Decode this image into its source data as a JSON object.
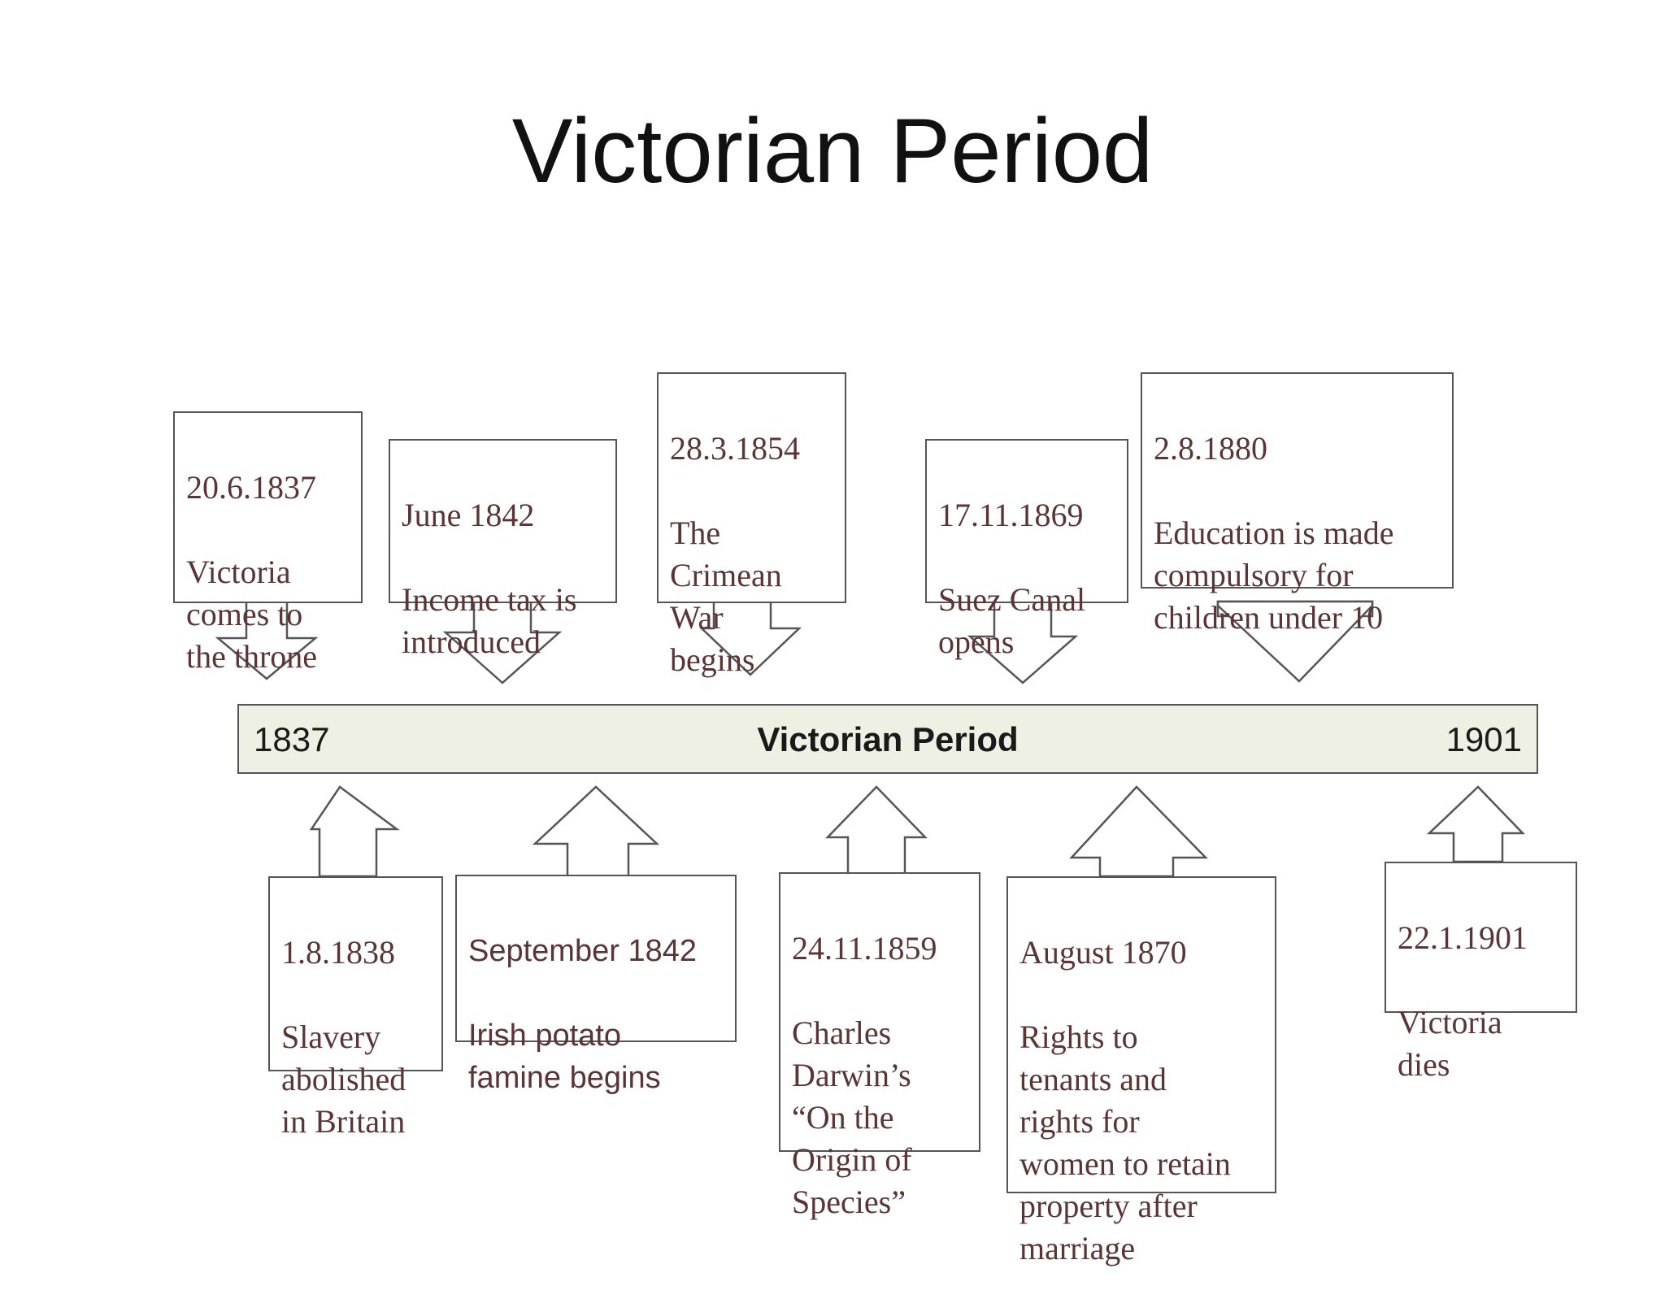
{
  "title": "Victorian Period",
  "timeline": {
    "start": "1837",
    "label": "Victorian Period",
    "end": "1901"
  },
  "events_above": [
    {
      "date": "20.6.1837",
      "text": "Victoria\ncomes to\nthe throne"
    },
    {
      "date": "June 1842",
      "text": "Income tax is\nintroduced"
    },
    {
      "date": "28.3.1854",
      "text": "The\nCrimean\nWar\nbegins"
    },
    {
      "date": "17.11.1869",
      "text": "Suez Canal\nopens"
    },
    {
      "date": "2.8.1880",
      "text": "Education is made\ncompulsory for\nchildren under 10"
    }
  ],
  "events_below": [
    {
      "date": "1.8.1838",
      "text": "Slavery\nabolished\nin Britain"
    },
    {
      "date": "September 1842",
      "text": "Irish potato\nfamine begins"
    },
    {
      "date": "24.11.1859",
      "text": "Charles\nDarwin’s\n“On the\nOrigin of\nSpecies”"
    },
    {
      "date": "August 1870",
      "text": "Rights to\ntenants and\nrights for\nwomen to retain\nproperty after\nmarriage"
    },
    {
      "date": "22.1.1901",
      "text": "Victoria\ndies"
    }
  ]
}
